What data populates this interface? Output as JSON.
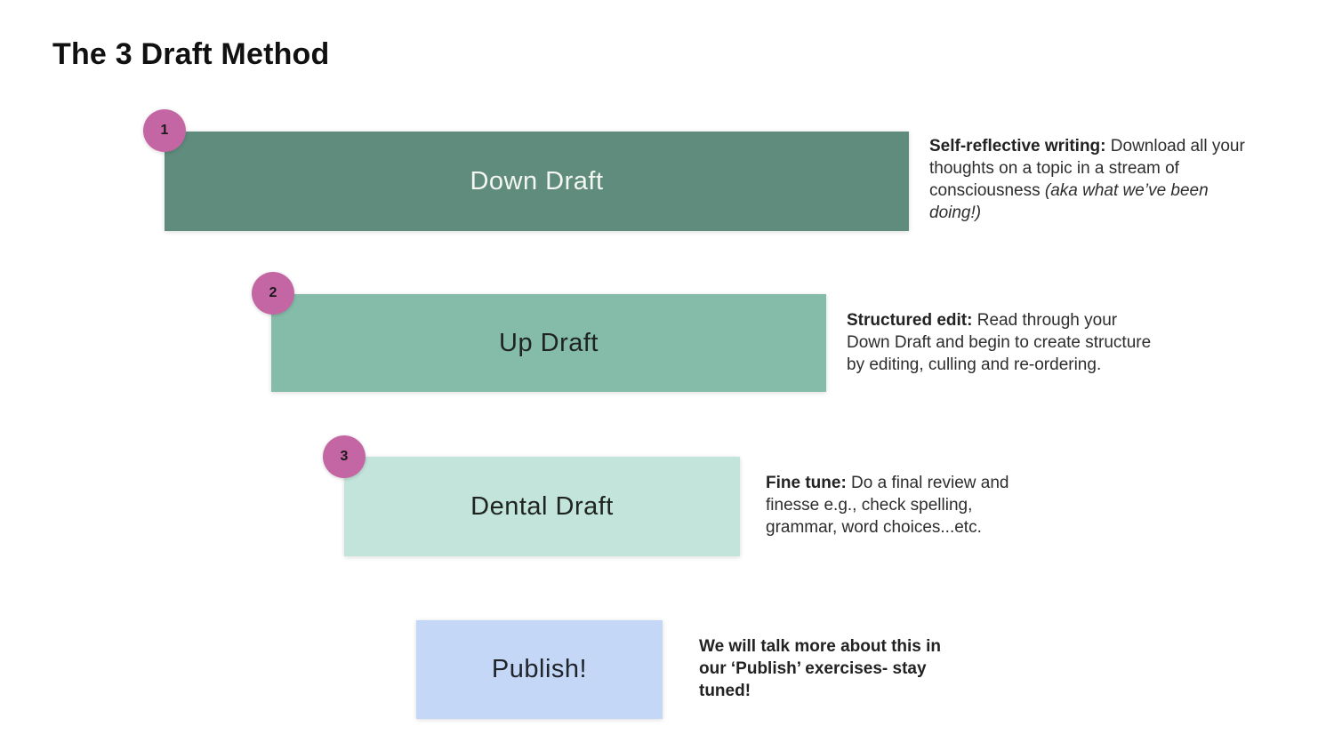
{
  "page": {
    "title": "The 3 Draft Method",
    "background_color": "#ffffff",
    "badge_color": "#c566a4"
  },
  "steps": [
    {
      "number": "1",
      "label": "Down Draft",
      "bar_color": "#5f8c7d",
      "description": {
        "lead": "Self-reflective writing:",
        "body": " Download all your\nthoughts on a topic in a stream of\nconsciousness ",
        "italic": "(aka what we’ve been\ndoing!)"
      }
    },
    {
      "number": "2",
      "label": "Up Draft",
      "bar_color": "#85bca9",
      "description": {
        "lead": "Structured edit:",
        "body": " Read through your\nDown Draft and begin to create structure\nby editing, culling and re-ordering.",
        "italic": ""
      }
    },
    {
      "number": "3",
      "label": "Dental Draft",
      "bar_color": "#c2e4da",
      "description": {
        "lead": "Fine tune:",
        "body": " Do a final review and\nfinesse e.g., check spelling,\ngrammar, word choices...etc.",
        "italic": ""
      }
    }
  ],
  "publish": {
    "label": "Publish!",
    "bar_color": "#c5d7f7",
    "description": "We will talk more about this in\nour ‘Publish’ exercises- stay\ntuned!"
  }
}
